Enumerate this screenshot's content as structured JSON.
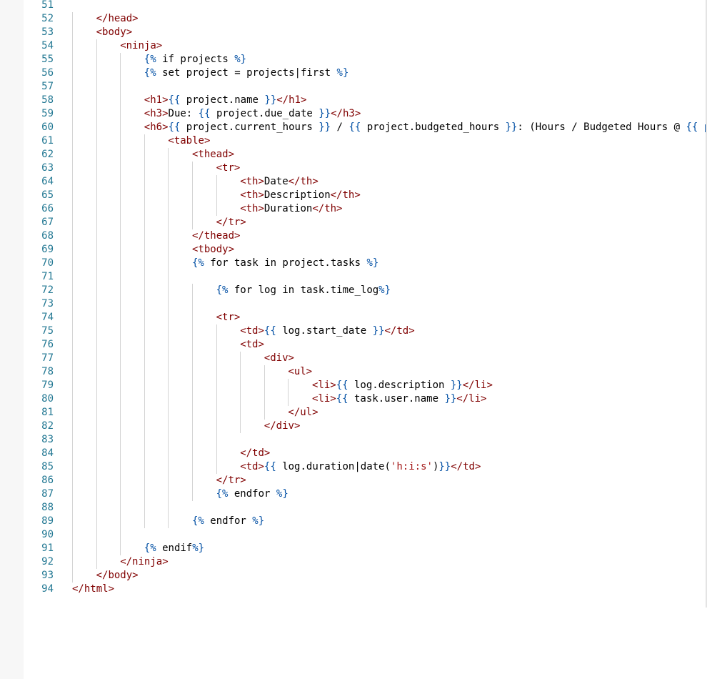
{
  "editor": {
    "language": "html-twig",
    "colors": {
      "line_number": "#237893",
      "tag": "#800000",
      "twig_delimiter": "#0451a5",
      "text": "#000000",
      "background": "#ffffff",
      "gutter_background": "#f7f7f7",
      "indent_guide": "#d3d3d3"
    },
    "lines": [
      {
        "n": "51",
        "indent": 0,
        "tokens": []
      },
      {
        "n": "52",
        "indent": 1,
        "tokens": [
          {
            "t": "tag",
            "v": "</head>"
          }
        ]
      },
      {
        "n": "53",
        "indent": 1,
        "tokens": [
          {
            "t": "tag",
            "v": "<body>"
          }
        ]
      },
      {
        "n": "54",
        "indent": 2,
        "tokens": [
          {
            "t": "tag",
            "v": "<ninja>"
          }
        ]
      },
      {
        "n": "55",
        "indent": 3,
        "tokens": [
          {
            "t": "tw",
            "v": "{%"
          },
          {
            "t": "txt",
            "v": " if projects "
          },
          {
            "t": "tw",
            "v": "%}"
          }
        ]
      },
      {
        "n": "56",
        "indent": 3,
        "tokens": [
          {
            "t": "tw",
            "v": "{%"
          },
          {
            "t": "txt",
            "v": " set project = projects|first "
          },
          {
            "t": "tw",
            "v": "%}"
          }
        ]
      },
      {
        "n": "57",
        "indent": 0,
        "tokens": []
      },
      {
        "n": "58",
        "indent": 3,
        "tokens": [
          {
            "t": "tag",
            "v": "<h1>"
          },
          {
            "t": "tw",
            "v": "{{"
          },
          {
            "t": "txt",
            "v": " project.name "
          },
          {
            "t": "tw",
            "v": "}}"
          },
          {
            "t": "tag",
            "v": "</h1>"
          }
        ]
      },
      {
        "n": "59",
        "indent": 3,
        "tokens": [
          {
            "t": "tag",
            "v": "<h3>"
          },
          {
            "t": "txt",
            "v": "Due: "
          },
          {
            "t": "tw",
            "v": "{{"
          },
          {
            "t": "txt",
            "v": " project.due_date "
          },
          {
            "t": "tw",
            "v": "}}"
          },
          {
            "t": "tag",
            "v": "</h3>"
          }
        ]
      },
      {
        "n": "60",
        "indent": 3,
        "tokens": [
          {
            "t": "tag",
            "v": "<h6>"
          },
          {
            "t": "tw",
            "v": "{{"
          },
          {
            "t": "txt",
            "v": " project.current_hours "
          },
          {
            "t": "tw",
            "v": "}}"
          },
          {
            "t": "txt",
            "v": " / "
          },
          {
            "t": "tw",
            "v": "{{"
          },
          {
            "t": "txt",
            "v": " project.budgeted_hours "
          },
          {
            "t": "tw",
            "v": "}}"
          },
          {
            "t": "txt",
            "v": ": (Hours / Budgeted Hours @ "
          },
          {
            "t": "tw",
            "v": "{{ p"
          }
        ]
      },
      {
        "n": "61",
        "indent": 4,
        "tokens": [
          {
            "t": "tag",
            "v": "<table>"
          }
        ]
      },
      {
        "n": "62",
        "indent": 5,
        "tokens": [
          {
            "t": "tag",
            "v": "<thead>"
          }
        ]
      },
      {
        "n": "63",
        "indent": 6,
        "tokens": [
          {
            "t": "tag",
            "v": "<tr>"
          }
        ]
      },
      {
        "n": "64",
        "indent": 7,
        "tokens": [
          {
            "t": "tag",
            "v": "<th>"
          },
          {
            "t": "txt",
            "v": "Date"
          },
          {
            "t": "tag",
            "v": "</th>"
          }
        ]
      },
      {
        "n": "65",
        "indent": 7,
        "tokens": [
          {
            "t": "tag",
            "v": "<th>"
          },
          {
            "t": "txt",
            "v": "Description"
          },
          {
            "t": "tag",
            "v": "</th>"
          }
        ]
      },
      {
        "n": "66",
        "indent": 7,
        "tokens": [
          {
            "t": "tag",
            "v": "<th>"
          },
          {
            "t": "txt",
            "v": "Duration"
          },
          {
            "t": "tag",
            "v": "</th>"
          }
        ]
      },
      {
        "n": "67",
        "indent": 6,
        "tokens": [
          {
            "t": "tag",
            "v": "</tr>"
          }
        ]
      },
      {
        "n": "68",
        "indent": 5,
        "tokens": [
          {
            "t": "tag",
            "v": "</thead>"
          }
        ]
      },
      {
        "n": "69",
        "indent": 5,
        "tokens": [
          {
            "t": "tag",
            "v": "<tbody>"
          }
        ]
      },
      {
        "n": "70",
        "indent": 5,
        "tokens": [
          {
            "t": "tw",
            "v": "{%"
          },
          {
            "t": "txt",
            "v": " for task in project.tasks "
          },
          {
            "t": "tw",
            "v": "%}"
          }
        ]
      },
      {
        "n": "71",
        "indent": 0,
        "tokens": []
      },
      {
        "n": "72",
        "indent": 6,
        "tokens": [
          {
            "t": "tw",
            "v": "{%"
          },
          {
            "t": "txt",
            "v": " for log in task.time_log"
          },
          {
            "t": "tw",
            "v": "%}"
          }
        ]
      },
      {
        "n": "73",
        "indent": 0,
        "tokens": []
      },
      {
        "n": "74",
        "indent": 6,
        "tokens": [
          {
            "t": "tag",
            "v": "<tr>"
          }
        ]
      },
      {
        "n": "75",
        "indent": 7,
        "tokens": [
          {
            "t": "tag",
            "v": "<td>"
          },
          {
            "t": "tw",
            "v": "{{"
          },
          {
            "t": "txt",
            "v": " log.start_date "
          },
          {
            "t": "tw",
            "v": "}}"
          },
          {
            "t": "tag",
            "v": "</td>"
          }
        ]
      },
      {
        "n": "76",
        "indent": 7,
        "tokens": [
          {
            "t": "tag",
            "v": "<td>"
          }
        ]
      },
      {
        "n": "77",
        "indent": 8,
        "tokens": [
          {
            "t": "tag",
            "v": "<div>"
          }
        ]
      },
      {
        "n": "78",
        "indent": 9,
        "tokens": [
          {
            "t": "tag",
            "v": "<ul>"
          }
        ]
      },
      {
        "n": "79",
        "indent": 10,
        "tokens": [
          {
            "t": "tag",
            "v": "<li>"
          },
          {
            "t": "tw",
            "v": "{{"
          },
          {
            "t": "txt",
            "v": " log.description "
          },
          {
            "t": "tw",
            "v": "}}"
          },
          {
            "t": "tag",
            "v": "</li>"
          }
        ]
      },
      {
        "n": "80",
        "indent": 10,
        "tokens": [
          {
            "t": "tag",
            "v": "<li>"
          },
          {
            "t": "tw",
            "v": "{{"
          },
          {
            "t": "txt",
            "v": " task.user.name "
          },
          {
            "t": "tw",
            "v": "}}"
          },
          {
            "t": "tag",
            "v": "</li>"
          }
        ]
      },
      {
        "n": "81",
        "indent": 9,
        "tokens": [
          {
            "t": "tag",
            "v": "</ul>"
          }
        ]
      },
      {
        "n": "82",
        "indent": 8,
        "tokens": [
          {
            "t": "tag",
            "v": "</div>"
          }
        ]
      },
      {
        "n": "83",
        "indent": 0,
        "tokens": []
      },
      {
        "n": "84",
        "indent": 7,
        "tokens": [
          {
            "t": "tag",
            "v": "</td>"
          }
        ]
      },
      {
        "n": "85",
        "indent": 7,
        "tokens": [
          {
            "t": "tag",
            "v": "<td>"
          },
          {
            "t": "tw",
            "v": "{{"
          },
          {
            "t": "txt",
            "v": " log.duration|date("
          },
          {
            "t": "str",
            "v": "'h:i:s'"
          },
          {
            "t": "txt",
            "v": ")"
          },
          {
            "t": "tw",
            "v": "}}"
          },
          {
            "t": "tag",
            "v": "</td>"
          }
        ]
      },
      {
        "n": "86",
        "indent": 6,
        "tokens": [
          {
            "t": "tag",
            "v": "</tr>"
          }
        ]
      },
      {
        "n": "87",
        "indent": 6,
        "tokens": [
          {
            "t": "tw",
            "v": "{%"
          },
          {
            "t": "txt",
            "v": " endfor "
          },
          {
            "t": "tw",
            "v": "%}"
          }
        ]
      },
      {
        "n": "88",
        "indent": 0,
        "tokens": []
      },
      {
        "n": "89",
        "indent": 5,
        "tokens": [
          {
            "t": "tw",
            "v": "{%"
          },
          {
            "t": "txt",
            "v": " endfor "
          },
          {
            "t": "tw",
            "v": "%}"
          }
        ]
      },
      {
        "n": "90",
        "indent": 0,
        "tokens": []
      },
      {
        "n": "91",
        "indent": 3,
        "tokens": [
          {
            "t": "tw",
            "v": "{%"
          },
          {
            "t": "txt",
            "v": " endif"
          },
          {
            "t": "tw",
            "v": "%}"
          }
        ]
      },
      {
        "n": "92",
        "indent": 2,
        "tokens": [
          {
            "t": "tag",
            "v": "</ninja>"
          }
        ]
      },
      {
        "n": "93",
        "indent": 1,
        "tokens": [
          {
            "t": "tag",
            "v": "</body>"
          }
        ]
      },
      {
        "n": "94",
        "indent": 0,
        "tokens": [
          {
            "t": "tag",
            "v": "</html>"
          }
        ]
      }
    ]
  }
}
